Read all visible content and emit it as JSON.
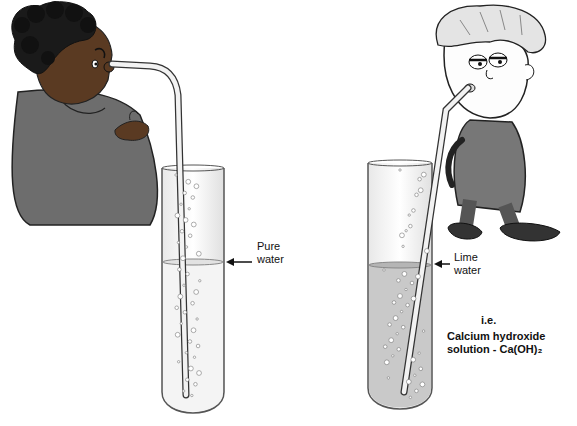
{
  "diagram": {
    "labels": [
      "Pure water",
      "Lime water",
      "i.e.",
      "Calcium hydroxide solution - Ca(OH)₂"
    ]
  }
}
